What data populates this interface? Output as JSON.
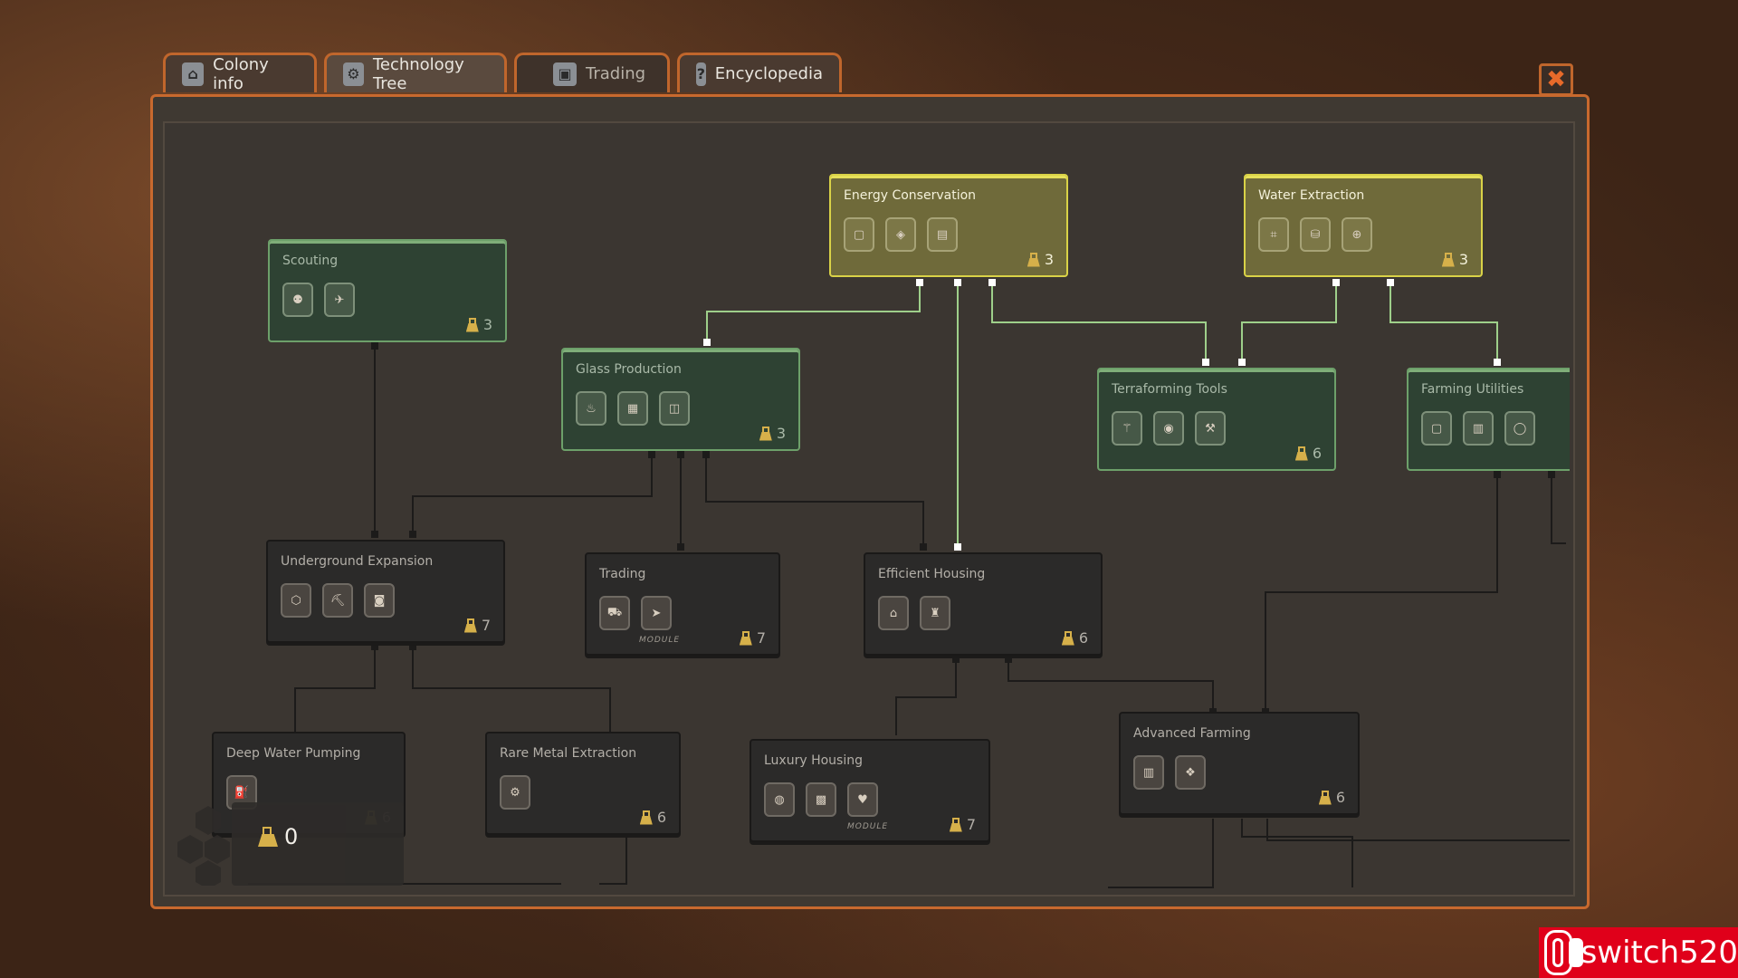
{
  "tabs": [
    {
      "label": "Colony info",
      "icon": "colony-dome-icon"
    },
    {
      "label": "Technology Tree",
      "icon": "circuit-icon"
    },
    {
      "label": "Trading",
      "icon": "trade-pod-icon"
    },
    {
      "label": "Encyclopedia",
      "icon": "question-badge-icon"
    }
  ],
  "close_icon": "✖",
  "research_points": "0",
  "nodes": {
    "energy_conservation": {
      "title": "Energy Conservation",
      "cost": "3",
      "state": "available"
    },
    "water_extraction": {
      "title": "Water Extraction",
      "cost": "3",
      "state": "available"
    },
    "scouting": {
      "title": "Scouting",
      "cost": "3",
      "state": "researched"
    },
    "glass_production": {
      "title": "Glass Production",
      "cost": "3",
      "state": "researched"
    },
    "terraforming_tools": {
      "title": "Terraforming Tools",
      "cost": "6",
      "state": "researched"
    },
    "farming_utilities": {
      "title": "Farming Utilities",
      "cost": "",
      "state": "researched"
    },
    "underground_expansion": {
      "title": "Underground Expansion",
      "cost": "7",
      "state": "locked"
    },
    "trading": {
      "title": "Trading",
      "cost": "7",
      "state": "locked",
      "tag": "MODULE"
    },
    "efficient_housing": {
      "title": "Efficient Housing",
      "cost": "6",
      "state": "locked"
    },
    "deep_water_pumping": {
      "title": "Deep Water Pumping",
      "cost": "6",
      "state": "locked"
    },
    "rare_metal_extraction": {
      "title": "Rare Metal Extraction",
      "cost": "6",
      "state": "locked"
    },
    "luxury_housing": {
      "title": "Luxury Housing",
      "cost": "7",
      "state": "locked",
      "tag": "MODULE"
    },
    "advanced_farming": {
      "title": "Advanced Farming",
      "cost": "6",
      "state": "locked"
    }
  },
  "watermark": "switch520",
  "colors": {
    "frame": "#c8692e",
    "researched": "#6da06a",
    "available": "#d9d247",
    "locked": "#1e1c1a"
  }
}
